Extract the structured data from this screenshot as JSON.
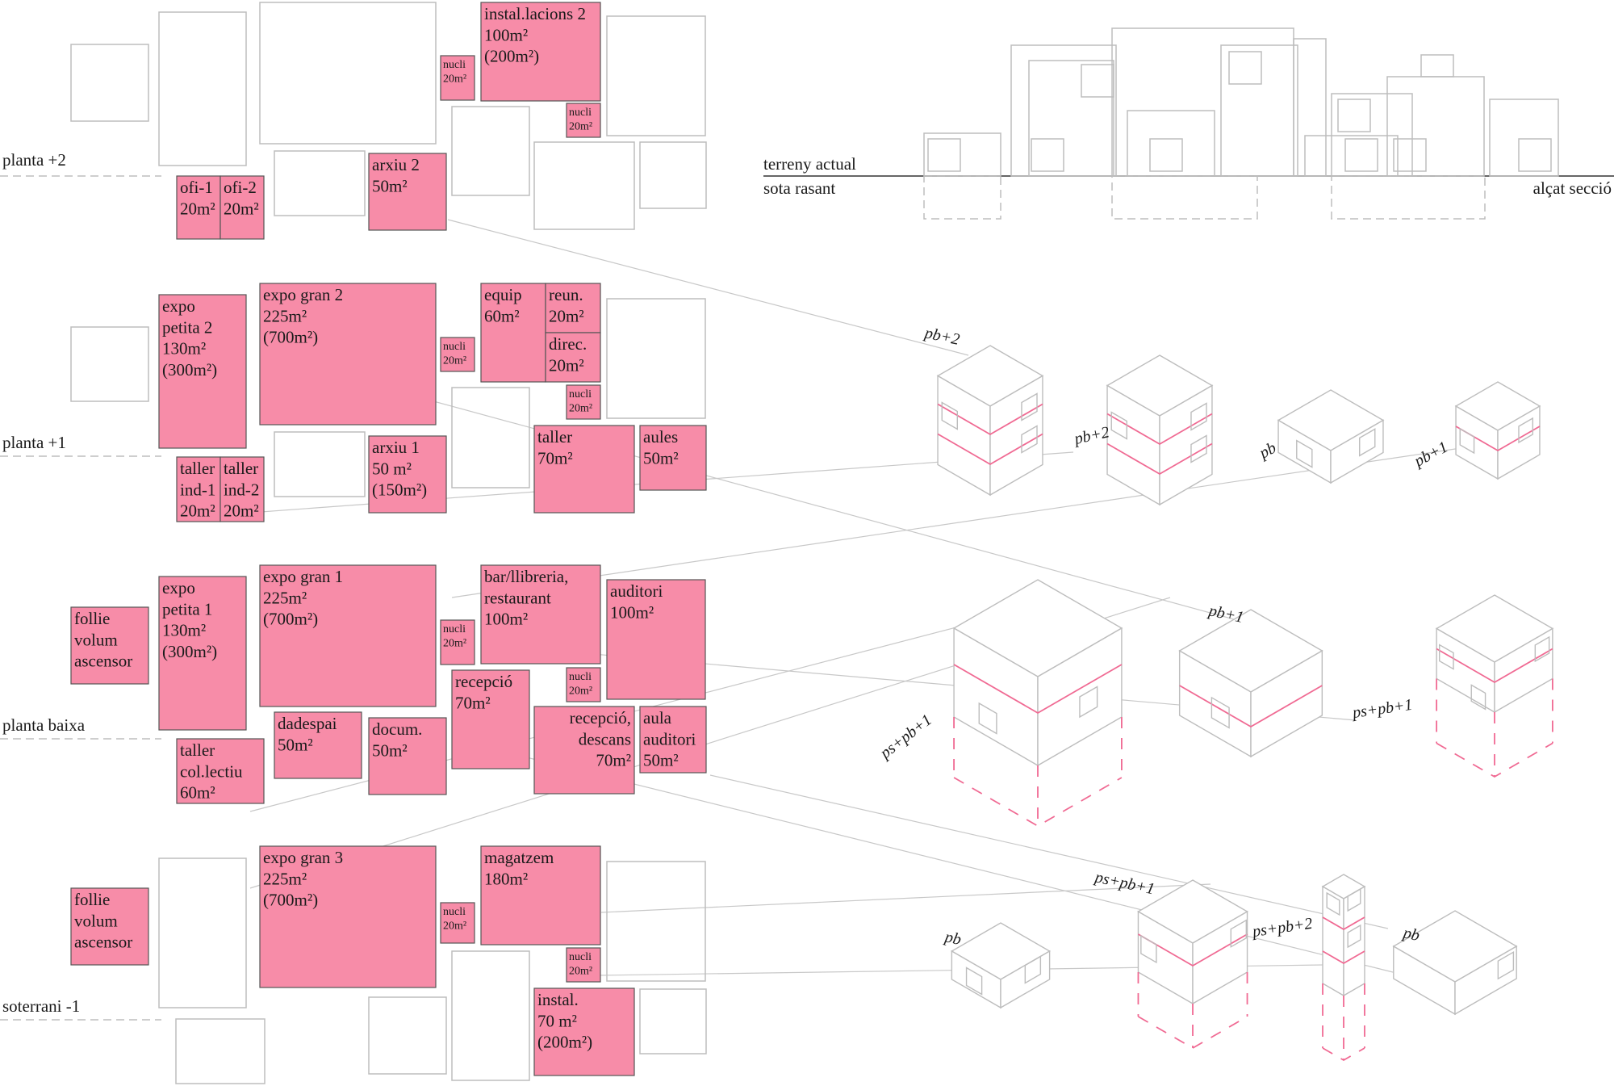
{
  "colors": {
    "room_fill": "#f78ca8",
    "room_stroke": "#555555",
    "outline": "#bdbdbd",
    "accent_line": "#f06a93",
    "link_line": "#c8c8c8",
    "ground": "#333333",
    "dashed": "#bdbdbd"
  },
  "floors": [
    {
      "id": "p2",
      "label": "planta +2"
    },
    {
      "id": "p1",
      "label": "planta +1"
    },
    {
      "id": "pb",
      "label": "planta baixa"
    },
    {
      "id": "ps",
      "label": "soterrani -1"
    }
  ],
  "rooms": [
    {
      "id": "ofi1",
      "lines": [
        "ofi-1",
        "20m²"
      ]
    },
    {
      "id": "ofi2",
      "lines": [
        "ofi-2",
        "20m²"
      ]
    },
    {
      "id": "arxiu2",
      "lines": [
        "arxiu 2",
        "50m²"
      ]
    },
    {
      "id": "nucli-p2a",
      "lines": [
        "nucli",
        "20m²"
      ]
    },
    {
      "id": "inst2",
      "lines": [
        "instal.lacions 2",
        "100m²",
        "(200m²)"
      ]
    },
    {
      "id": "nucli-p2b",
      "lines": [
        "nucli",
        "20m²"
      ]
    },
    {
      "id": "expopetita2",
      "lines": [
        "expo",
        "petita 2",
        "130m²",
        "(300m²)"
      ]
    },
    {
      "id": "expogran2",
      "lines": [
        "expo gran 2",
        "225m²",
        "(700m²)"
      ]
    },
    {
      "id": "nucli-p1a",
      "lines": [
        "nucli",
        "20m²"
      ]
    },
    {
      "id": "equip",
      "lines": [
        "equip",
        "60m²"
      ]
    },
    {
      "id": "reun",
      "lines": [
        "reun.",
        "20m²"
      ]
    },
    {
      "id": "direc",
      "lines": [
        "direc.",
        "20m²"
      ]
    },
    {
      "id": "nucli-p1b",
      "lines": [
        "nucli",
        "20m²"
      ]
    },
    {
      "id": "taller1",
      "lines": [
        "taller",
        "ind-1",
        "20m²"
      ]
    },
    {
      "id": "taller2",
      "lines": [
        "taller",
        "ind-2",
        "20m²"
      ]
    },
    {
      "id": "arxiu1",
      "lines": [
        "arxiu 1",
        "50 m²",
        "(150m²)"
      ]
    },
    {
      "id": "taller",
      "lines": [
        "taller",
        "70m²"
      ]
    },
    {
      "id": "aules",
      "lines": [
        "aules",
        "50m²"
      ]
    },
    {
      "id": "follie-pb",
      "lines": [
        "follie",
        "volum",
        "ascensor"
      ]
    },
    {
      "id": "expopetita1",
      "lines": [
        "expo",
        "petita 1",
        "130m²",
        "(300m²)"
      ]
    },
    {
      "id": "expogran1",
      "lines": [
        "expo gran 1",
        "225m²",
        "(700m²)"
      ]
    },
    {
      "id": "nucli-pba",
      "lines": [
        "nucli",
        "20m²"
      ]
    },
    {
      "id": "bar",
      "lines": [
        "bar/llibreria,",
        "restaurant",
        "100m²"
      ]
    },
    {
      "id": "auditori",
      "lines": [
        "auditori",
        "100m²"
      ]
    },
    {
      "id": "recepcio",
      "lines": [
        "recepció",
        "70m²"
      ]
    },
    {
      "id": "nucli-pbb",
      "lines": [
        "nucli",
        "20m²"
      ]
    },
    {
      "id": "tallercol",
      "lines": [
        "taller",
        "col.lectiu",
        "60m²"
      ]
    },
    {
      "id": "dadespai",
      "lines": [
        "dadespai",
        "50m²"
      ]
    },
    {
      "id": "docum",
      "lines": [
        "docum.",
        "50m²"
      ]
    },
    {
      "id": "recdesc",
      "lines": [
        "recepció,",
        "descans",
        "70m²"
      ]
    },
    {
      "id": "aulaaud",
      "lines": [
        "aula",
        "auditori",
        "50m²"
      ]
    },
    {
      "id": "follie-ps",
      "lines": [
        "follie",
        "volum",
        "ascensor"
      ]
    },
    {
      "id": "expogran3",
      "lines": [
        "expo gran 3",
        "225m²",
        "(700m²)"
      ]
    },
    {
      "id": "nucli-psa",
      "lines": [
        "nucli",
        "20m²"
      ]
    },
    {
      "id": "magatzem",
      "lines": [
        "magatzem",
        "180m²"
      ]
    },
    {
      "id": "nucli-psb",
      "lines": [
        "nucli",
        "20m²"
      ]
    },
    {
      "id": "instal",
      "lines": [
        "instal.",
        "70 m²",
        "(200m²)"
      ]
    }
  ],
  "elevation": {
    "label_top": "terreny actual",
    "label_bottom": "sota rasant",
    "label_right": "alçat secció"
  },
  "volumes": [
    {
      "id": "v-pb2-a",
      "label": "pb+2"
    },
    {
      "id": "v-pb2-b",
      "label": "pb+2"
    },
    {
      "id": "v-pb-a",
      "label": "pb"
    },
    {
      "id": "v-pb1-a",
      "label": "pb+1"
    },
    {
      "id": "v-pspb1-a",
      "label": "ps+pb+1"
    },
    {
      "id": "v-pb1-b",
      "label": "pb+1"
    },
    {
      "id": "v-pspb1-b",
      "label": "ps+pb+1"
    },
    {
      "id": "v-pb-b",
      "label": "pb"
    },
    {
      "id": "v-pspb1-c",
      "label": "ps+pb+1"
    },
    {
      "id": "v-pspb2",
      "label": "ps+pb+2"
    },
    {
      "id": "v-pb-c",
      "label": "pb"
    }
  ]
}
